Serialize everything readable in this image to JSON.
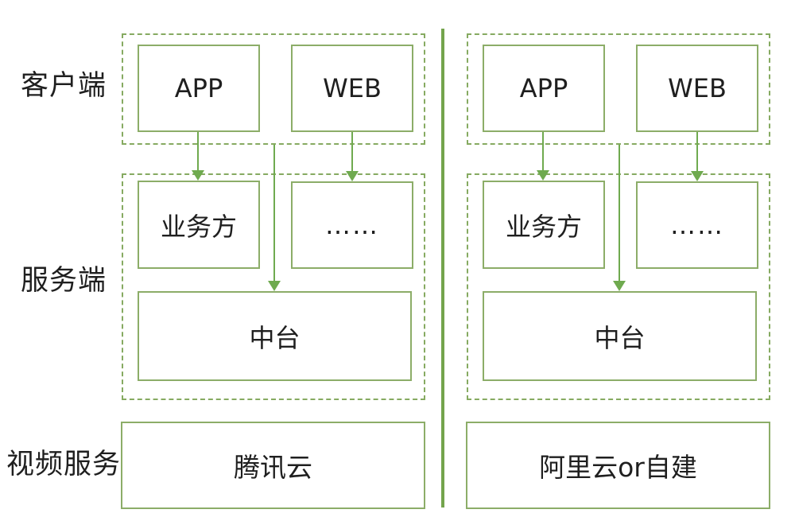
{
  "row_labels": {
    "client": "客户端",
    "server": "服务端",
    "video": "视频服务"
  },
  "columns": [
    {
      "app": "APP",
      "web": "WEB",
      "business": "业务方",
      "others": "……",
      "middle_platform": "中台",
      "video_service": "腾讯云"
    },
    {
      "app": "APP",
      "web": "WEB",
      "business": "业务方",
      "others": "……",
      "middle_platform": "中台",
      "video_service": "阿里云or自建"
    }
  ],
  "colors": {
    "box_border": "#8cad68",
    "dashed_border": "#86aa61",
    "arrow": "#6faa4f",
    "divider": "#73a44c",
    "text": "#1f1f1f"
  }
}
